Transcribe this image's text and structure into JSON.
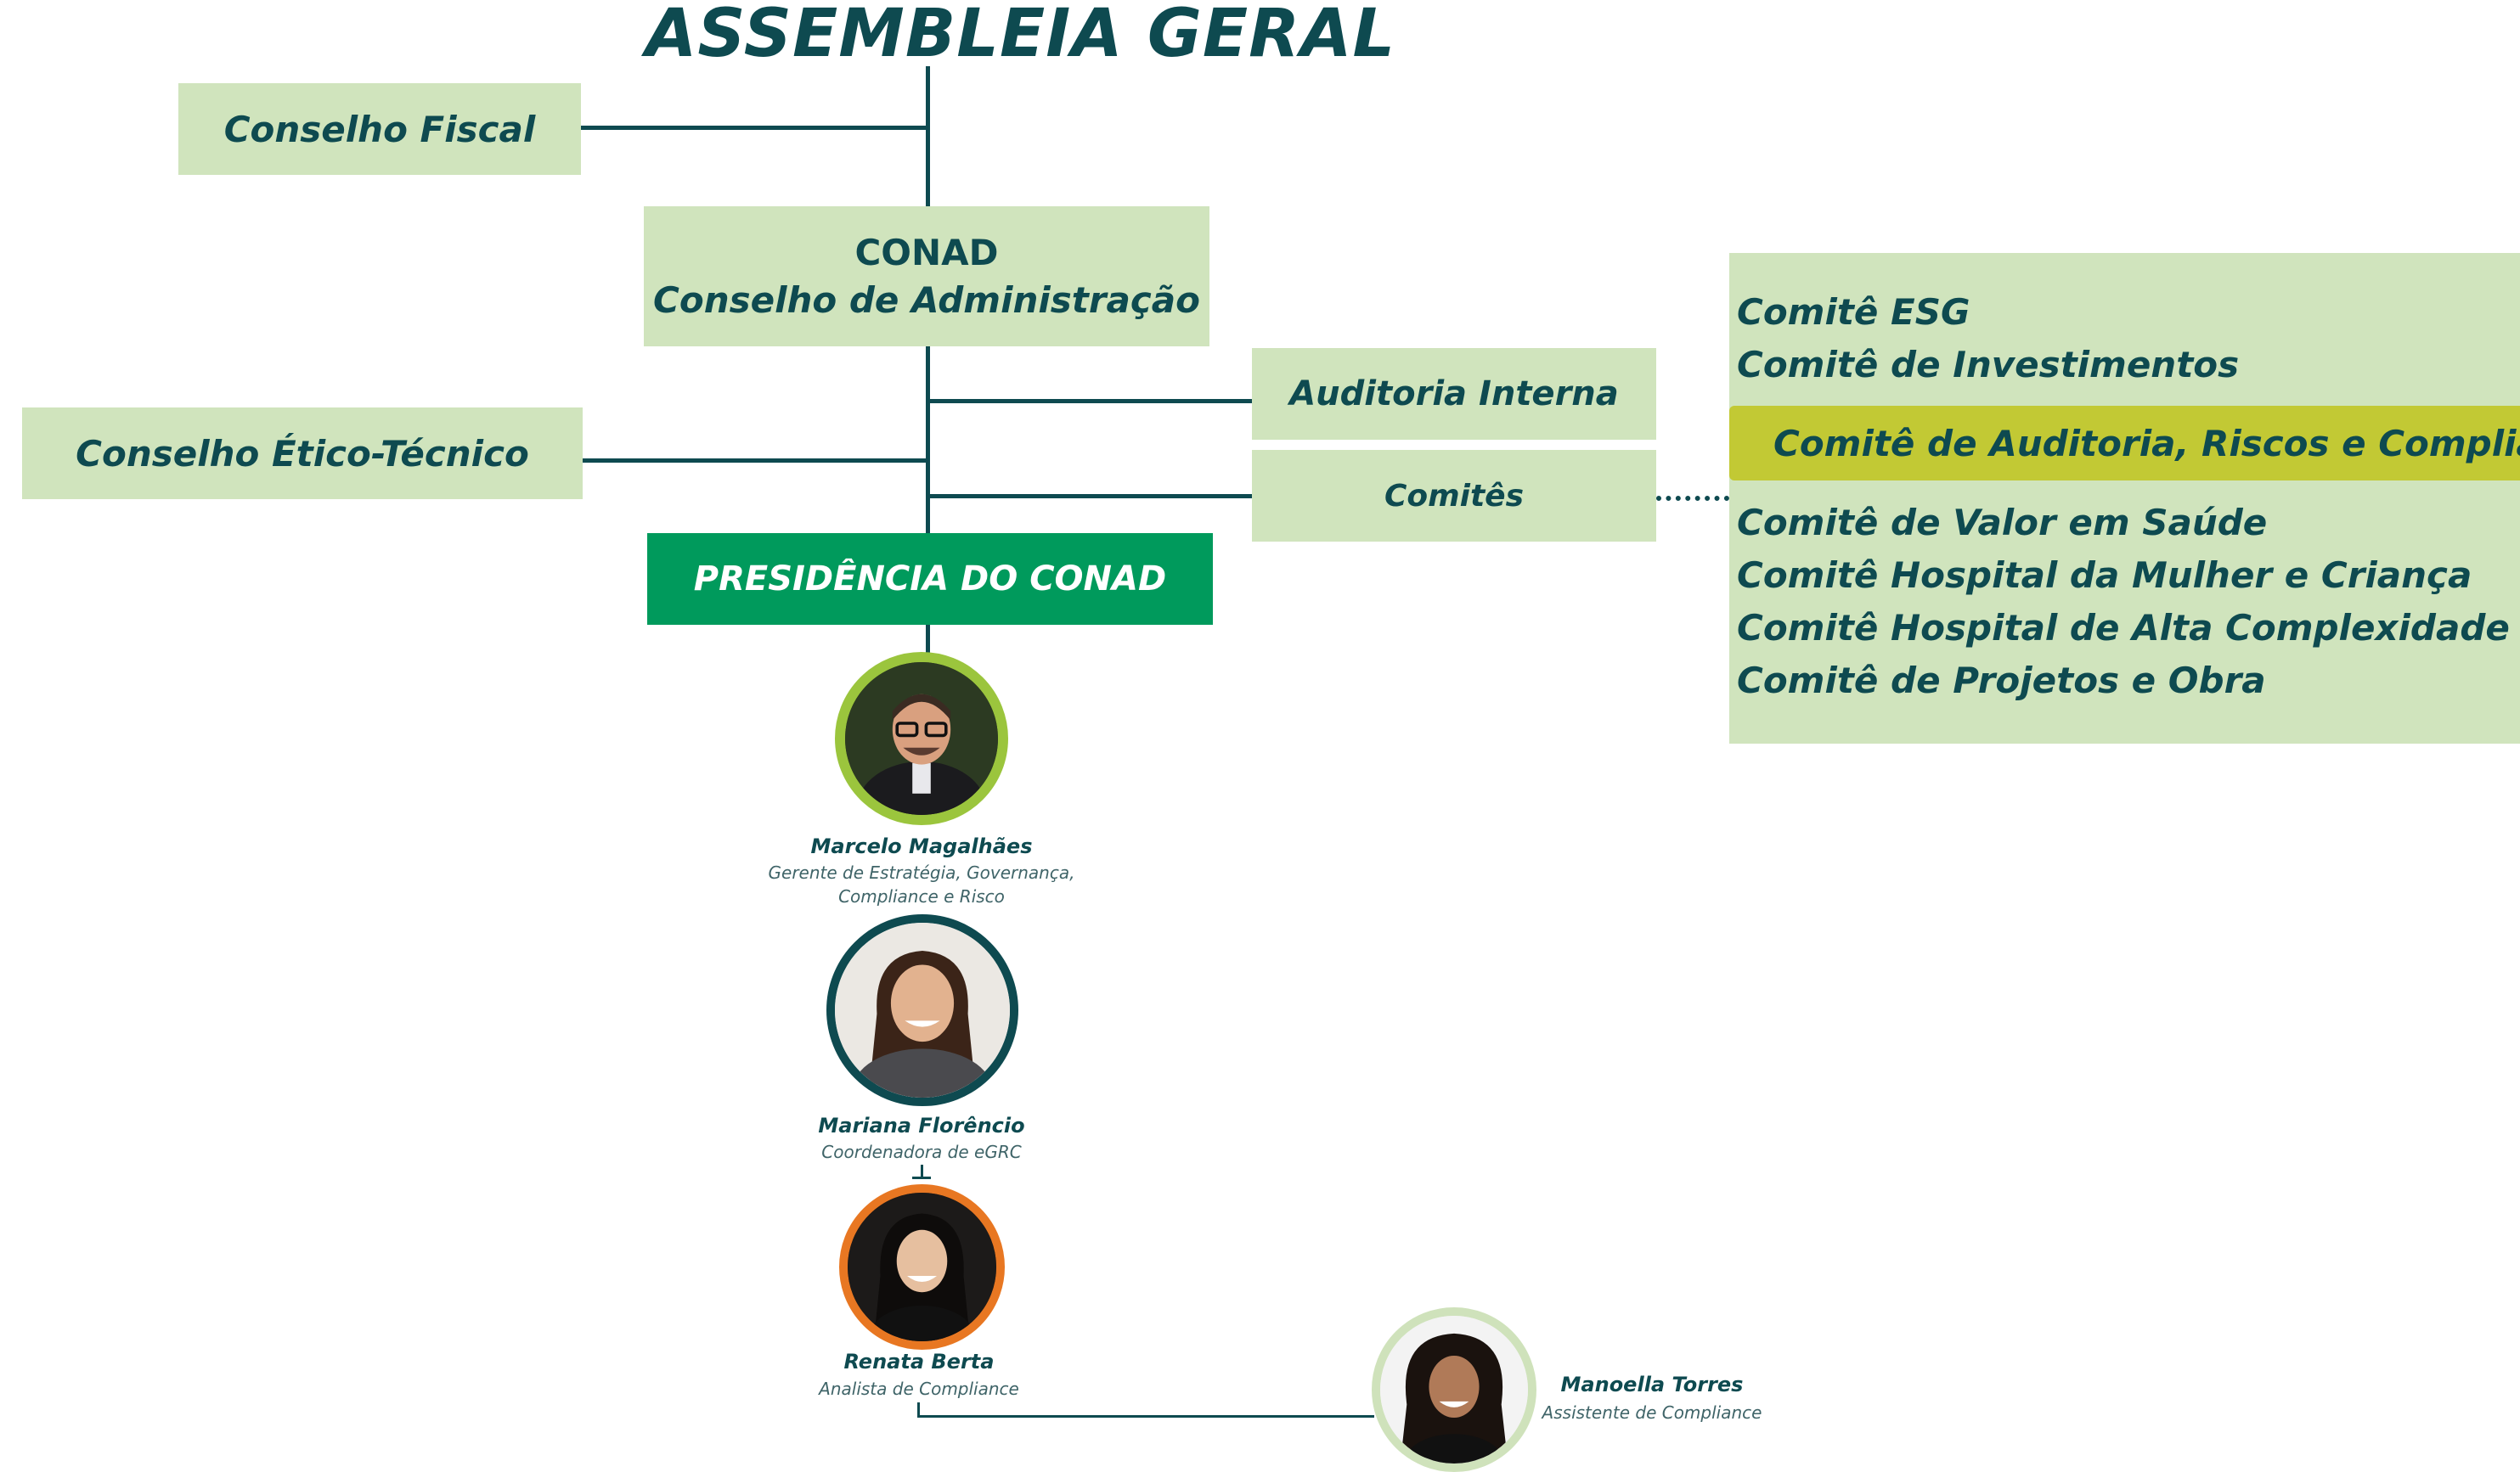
{
  "title": "ASSEMBLEIA GERAL",
  "nodes": {
    "conselho_fiscal": "Conselho Fiscal",
    "conad_abbr": "CONAD",
    "conad_full": "Conselho de Administração",
    "auditoria_interna": "Auditoria Interna",
    "conselho_etico": "Conselho Ético-Técnico",
    "comites": "Comitês",
    "presidencia": "PRESIDÊNCIA DO CONAD"
  },
  "committees": [
    "Comitê ESG",
    "Comitê de Investimentos",
    "Comitê de Auditoria, Riscos e Compliance",
    "Comitê de Valor em Saúde",
    "Comitê Hospital da Mulher e Criança",
    "Comitê Hospital de Alta Complexidade",
    "Comitê de Projetos e Obra"
  ],
  "people": [
    {
      "name": "Marcelo Magalhães",
      "role_line1": "Gerente de Estratégia, Governança,",
      "role_line2": "Compliance e Risco",
      "ring_color": "#9bc53d"
    },
    {
      "name": "Mariana Florêncio",
      "role_line1": "Coordenadora de eGRC",
      "ring_color": "#0e4a50"
    },
    {
      "name": "Renata Berta",
      "role_line1": "Analista de Compliance",
      "ring_color": "#e87722"
    },
    {
      "name": "Manoella Torres",
      "role_line1": "Assistente de Compliance",
      "ring_color": "#cfe2bb"
    }
  ],
  "colors": {
    "box_fill": "#d0e4bd",
    "presidencia_fill": "#009a5c",
    "highlight_fill": "#c2c934",
    "line_color": "#0e4a50"
  }
}
